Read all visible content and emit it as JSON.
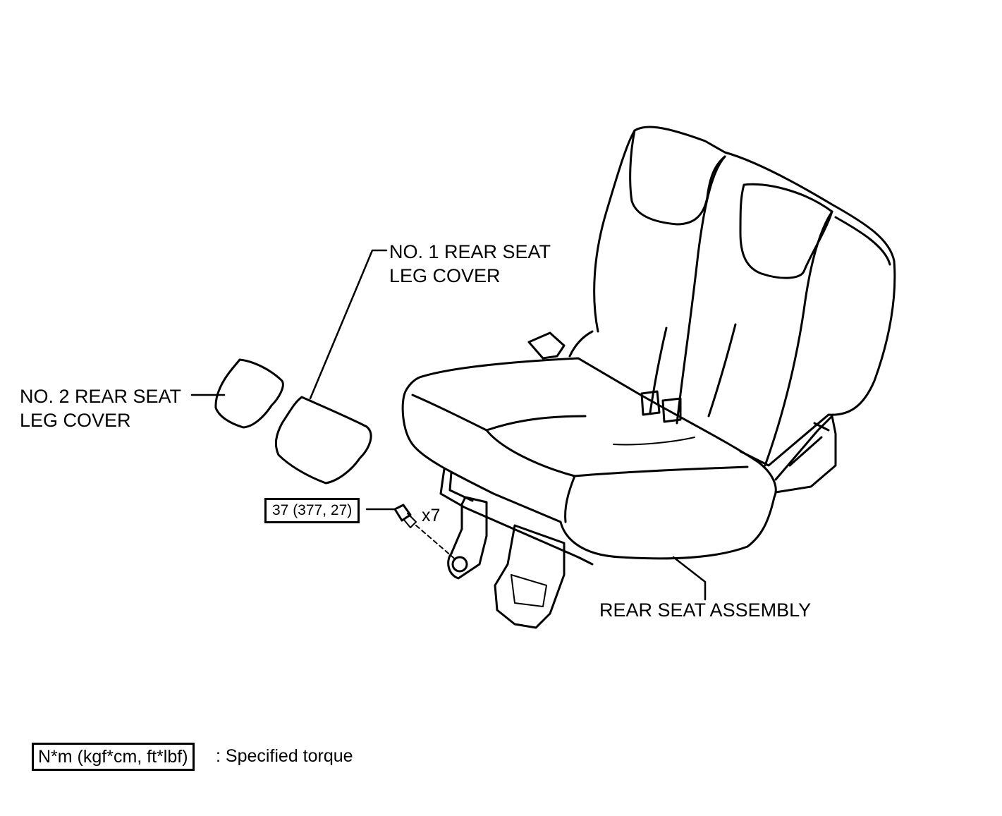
{
  "labels": {
    "no1_cover": [
      "NO. 1 REAR SEAT",
      "LEG COVER"
    ],
    "no2_cover": [
      "NO. 2 REAR SEAT",
      "LEG COVER"
    ],
    "seat_assembly": "REAR SEAT ASSEMBLY"
  },
  "fastener": {
    "torque": "37 (377, 27)",
    "quantity": "x7"
  },
  "legend": {
    "unit_box": "N*m (kgf*cm, ft*lbf)",
    "description": ": Specified torque"
  }
}
